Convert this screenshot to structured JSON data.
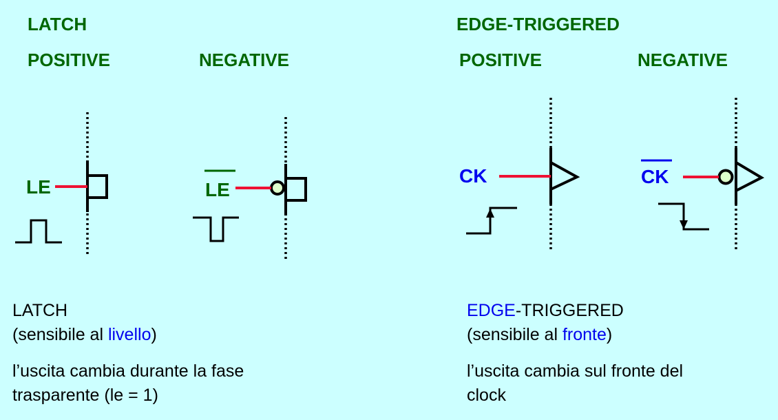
{
  "headers": {
    "latch": "LATCH",
    "latch_positive": "POSITIVE",
    "latch_negative": "NEGATIVE",
    "edge": "EDGE-TRIGGERED",
    "edge_positive": "POSITIVE",
    "edge_negative": "NEGATIVE"
  },
  "signals": {
    "latch_pos": "LE",
    "latch_neg": "LE",
    "edge_pos": "CK",
    "edge_neg": "CK"
  },
  "descriptions": {
    "latch": {
      "title": "LATCH",
      "sens_prefix": "(sensibile al ",
      "sens_keyword": "livello",
      "sens_suffix": ")",
      "line1": "l’uscita cambia durante la fase",
      "line2": "trasparente (le = 1)"
    },
    "edge": {
      "title_keyword": "EDGE",
      "title_rest": "-TRIGGERED",
      "sens_prefix": "(sensibile al ",
      "sens_keyword": "fronte",
      "sens_suffix": ")",
      "line1": "l’uscita cambia sul fronte del",
      "line2": "clock"
    }
  },
  "colors": {
    "background": "#ccffff",
    "header_green": "#006600",
    "signal_blue": "#0000ee",
    "wire_red": "#ee1133",
    "bubble_fill": "#ddffcc"
  }
}
